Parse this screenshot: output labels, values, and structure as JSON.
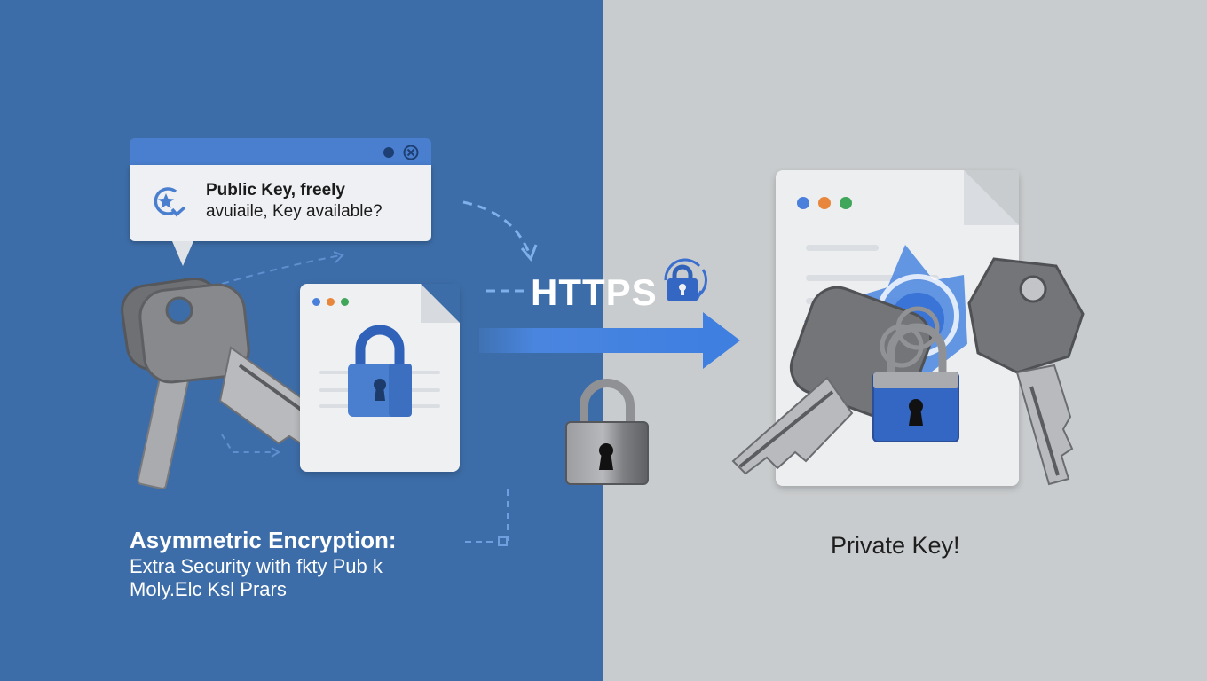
{
  "popup": {
    "title": "Public Key, freely",
    "subtitle": "avuiaile, Key available?",
    "icons": [
      "badge-star-icon",
      "dot-icon",
      "close-icon"
    ]
  },
  "center": {
    "protocol_label": "HTTPS",
    "icons": [
      "lock-refresh-icon",
      "arrow-right-icon",
      "padlock-icon"
    ]
  },
  "left_panel": {
    "title": "Asymmetric Encryption:",
    "subtitle_line1": "Extra Security with fkty Pub k",
    "subtitle_line2": "Moly.Elc Ksl Prars",
    "document": {
      "window_dots": [
        "#4a7fdc",
        "#e8873b",
        "#3fa65a"
      ]
    },
    "icons": [
      "key-pair-icon",
      "locked-document-icon"
    ]
  },
  "right_panel": {
    "title": "Private Key!",
    "document": {
      "window_dots": [
        "#4a7fdc",
        "#e8873b",
        "#3fa65a"
      ]
    },
    "icons": [
      "keys-with-padlock-icon"
    ]
  },
  "colors": {
    "left_background": "#3d6da8",
    "right_background": "#c9ccce",
    "accent_blue": "#4a86e0",
    "lock_blue": "#3466c4"
  }
}
